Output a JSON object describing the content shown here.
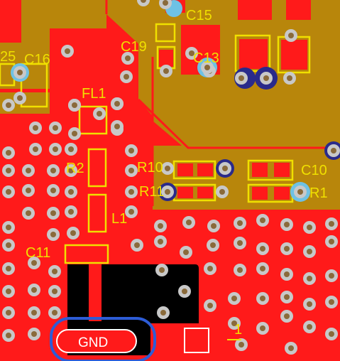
{
  "view": {
    "title": "",
    "colors": {
      "top_copper": "#ff1a1a",
      "inner_plane": "#b8860b",
      "silkscreen": "#f0e000",
      "background": "#000000",
      "via_ring": "#c8c8c8",
      "via_hole": "#8a6a3a",
      "highlight": "#2d5cd6"
    }
  },
  "designators": {
    "c15": "C15",
    "c19": "C19",
    "c13": "C13",
    "c25": "25",
    "c16": "C16",
    "fl1": "FL1",
    "r2": "R2",
    "r10": "R10",
    "c10": "C10",
    "r11": "R11",
    "r1": "R1",
    "l1": "L1",
    "c11": "C11",
    "j1": "1"
  },
  "net_labels": {
    "gnd": "GND"
  }
}
